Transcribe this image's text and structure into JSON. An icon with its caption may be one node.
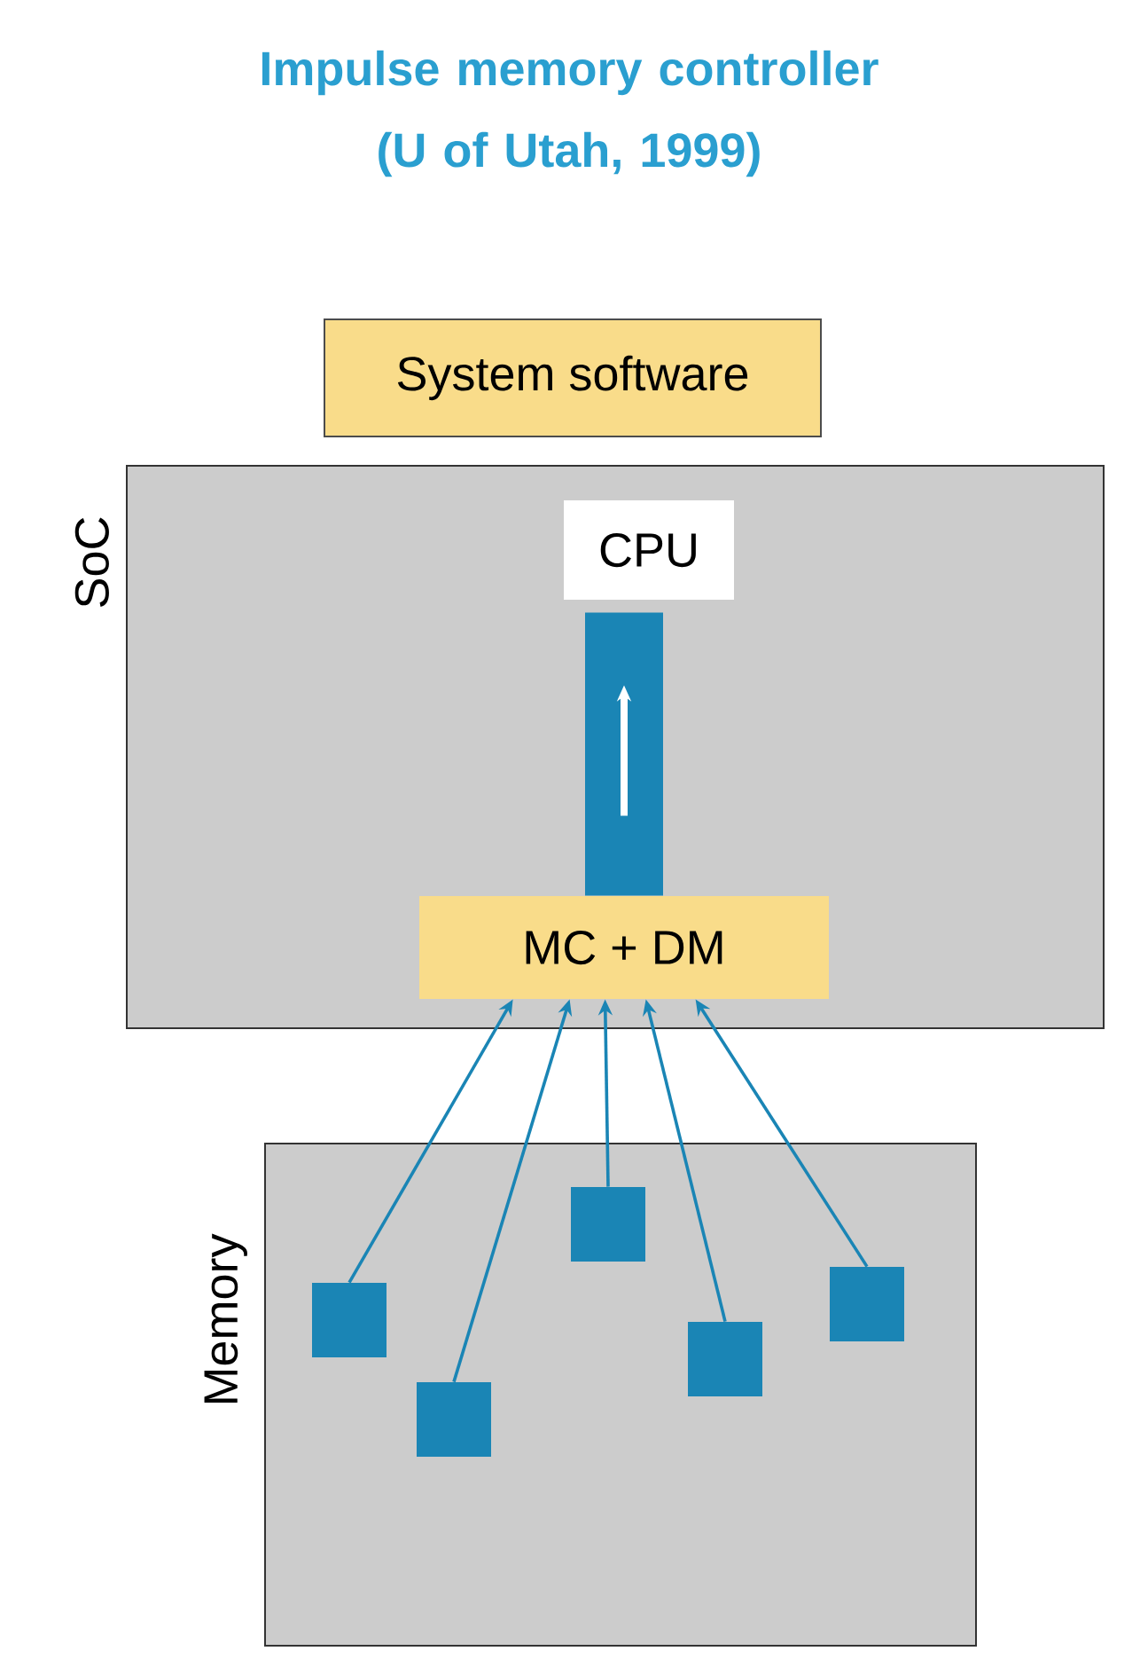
{
  "diagram": {
    "title": "Impulse memory controller (U of Utah, 1999)",
    "nodes": [
      {
        "text": [
          "System software"
        ]
      },
      {
        "text": [
          "SoC"
        ]
      },
      {
        "text": [
          "CPU"
        ],
        "in": 1
      },
      {
        "text": [
          "MC + DM"
        ],
        "in": 1
      },
      {
        "text": [
          "Memory"
        ]
      },
      {
        "text": [],
        "shape": "box",
        "in": 4
      },
      {
        "text": [],
        "shape": "box",
        "in": 4
      },
      {
        "text": [],
        "shape": "box",
        "in": 4
      },
      {
        "text": [],
        "shape": "box",
        "in": 4
      },
      {
        "text": [],
        "shape": "box",
        "in": 4
      }
    ],
    "edges": [
      {
        "from": 3,
        "to": 2,
        "arrow": "to",
        "style": "thick"
      },
      {
        "from": 5,
        "to": 3,
        "arrow": "to"
      },
      {
        "from": 6,
        "to": 3,
        "arrow": "to"
      },
      {
        "from": 7,
        "to": 3,
        "arrow": "to"
      },
      {
        "from": 8,
        "to": 3,
        "arrow": "to"
      },
      {
        "from": 9,
        "to": 3,
        "arrow": "to"
      }
    ]
  }
}
